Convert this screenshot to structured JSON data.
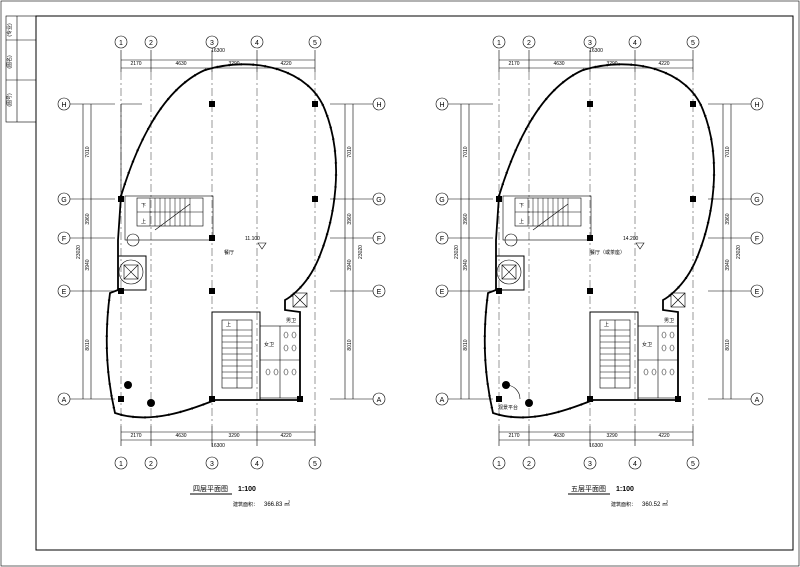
{
  "title_block": {
    "labels": [
      "(专业)",
      "(图名)",
      "(图号)"
    ]
  },
  "axes": {
    "columns": [
      "1",
      "2",
      "3",
      "4",
      "5"
    ],
    "rows": [
      "A",
      "E",
      "F",
      "G",
      "H"
    ]
  },
  "dims": {
    "top_total": "16300",
    "horizontal": [
      "2170",
      "4630",
      "3290",
      "4220"
    ],
    "vertical": [
      "7010",
      "3960",
      "3940",
      "8010"
    ],
    "side_total": "23020"
  },
  "plans": [
    {
      "hall_label": "餐厅",
      "level": "11.100",
      "title": "四层平面图",
      "scale": "1:100",
      "area_label": "建筑面积：",
      "area_value": "366.83 ㎡",
      "stair_up": "上",
      "stair_down": "下",
      "toilet_m": "女卫",
      "toilet_f": "男卫",
      "extra_label": ""
    },
    {
      "hall_label": "餐厅（或茶座）",
      "level": "14.200",
      "title": "五层平面图",
      "scale": "1:100",
      "area_label": "建筑面积：",
      "area_value": "360.52 ㎡",
      "stair_up": "上",
      "stair_down": "下",
      "toilet_m": "女卫",
      "toilet_f": "男卫",
      "extra_label": "观景平台"
    }
  ]
}
